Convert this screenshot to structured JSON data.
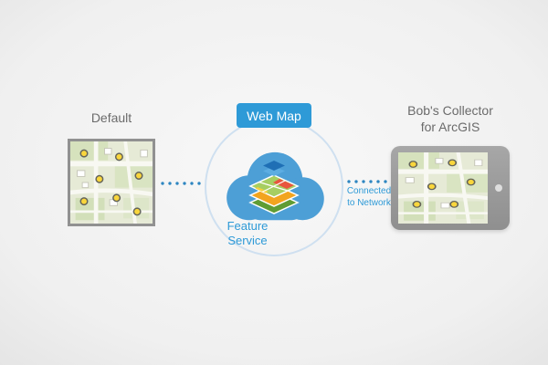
{
  "colors": {
    "accent_blue": "#2e9ad7",
    "connector_blue": "#2e86c1",
    "cloud_blue": "#4d9fd6",
    "label_gray": "#6b6b6b",
    "marker_yellow": "#f9d63c",
    "device_gray": "#9a9a9a"
  },
  "icons": {
    "cloud": "cloud-icon",
    "layers": "map-layers-icon",
    "camera": "camera-icon",
    "map_markers": "poi-marker-icon"
  },
  "left_map": {
    "label": "Default"
  },
  "cloud": {
    "badge_label": "Web Map",
    "caption": "Feature\nService"
  },
  "connection": {
    "label": "Connected\nto Network"
  },
  "device": {
    "label": "Bob's Collector\nfor ArcGIS"
  }
}
